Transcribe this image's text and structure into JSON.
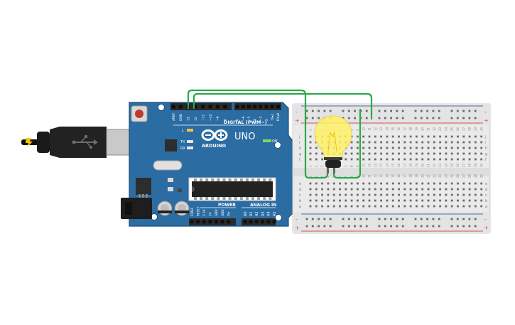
{
  "arduino": {
    "brand": "ARDUINO",
    "model": "UNO",
    "digital_header": "DIGITAL (PWM~)",
    "power_header": "POWER",
    "analog_header": "ANALOG IN",
    "led_on": "ON",
    "led_l": "L",
    "led_tx": "TX",
    "led_rx": "RX",
    "top_pins": [
      "AREF",
      "GND",
      "13",
      "12",
      "~11",
      "~10",
      "~9",
      "8",
      "7",
      "~6",
      "~5",
      "4",
      "~3",
      "2",
      "TX▸1",
      "RX◂0"
    ],
    "power_pins": [
      "IOREF",
      "RESET",
      "3.3V",
      "5V",
      "GND",
      "GND",
      "Vin"
    ],
    "analog_pins": [
      "A0",
      "A1",
      "A2",
      "A3",
      "A4",
      "A5"
    ]
  },
  "breadboard": {
    "rows_top": [
      "j",
      "i",
      "h",
      "g",
      "f"
    ],
    "rows_bottom": [
      "e",
      "d",
      "c",
      "b",
      "a"
    ],
    "plus": "+",
    "minus": "-",
    "columns": [
      "1",
      "2",
      "3",
      "4",
      "5",
      "6",
      "7",
      "8",
      "9",
      "10",
      "11",
      "12",
      "13",
      "14",
      "15",
      "16",
      "17",
      "18",
      "19",
      "20",
      "21",
      "22",
      "23",
      "24",
      "25",
      "26",
      "27",
      "28",
      "29",
      "30"
    ]
  },
  "colors": {
    "board": "#2b6ca3",
    "board_dark": "#1f4f7a",
    "wire": "#2ca84a",
    "bulb": "#fff16a",
    "breadboard": "#e9e9e9",
    "rail_red": "#d9534f",
    "rail_blue": "#4a6fa5"
  },
  "icons": {
    "usb_plug": "usb-plug-icon",
    "reset": "reset-button-icon",
    "infinity_logo": "arduino-infinity-icon",
    "bulb": "light-bulb-icon"
  }
}
